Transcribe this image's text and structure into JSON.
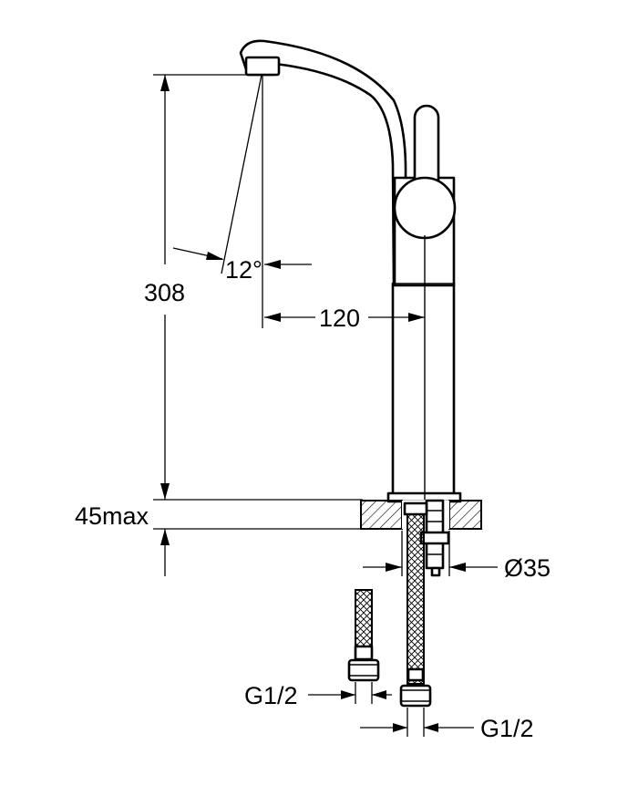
{
  "dimensions": {
    "height": "308",
    "spout_angle": "12°",
    "reach": "120",
    "deck_thickness": "45max",
    "hole_diameter": "Ø35",
    "connection_left": "G1/2",
    "connection_right": "G1/2"
  }
}
